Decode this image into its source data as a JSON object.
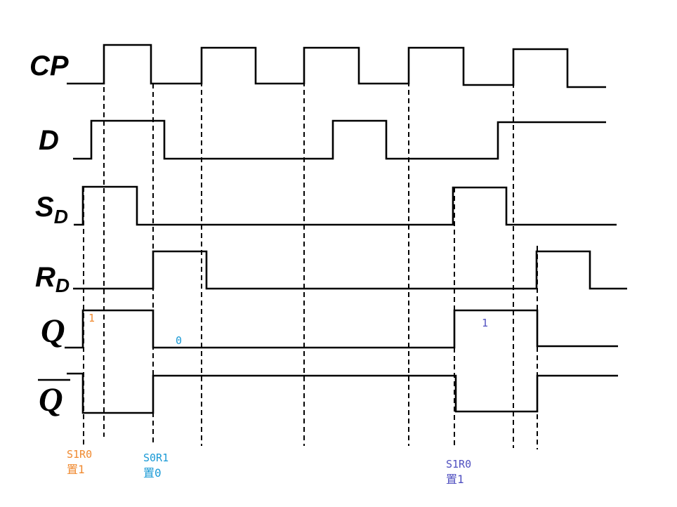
{
  "signals": {
    "cp": "CP",
    "d": "D",
    "sd_main": "S",
    "sd_sub": "D",
    "rd_main": "R",
    "rd_sub": "D",
    "q": "Q",
    "qbar": "Q"
  },
  "levels": {
    "q_first": "1",
    "q_second": "0",
    "q_third": "1"
  },
  "annotations": [
    {
      "code": "S1R0",
      "action": "置1",
      "color": "#f08a30"
    },
    {
      "code": "S0R1",
      "action": "置0",
      "color": "#1a9ad6"
    },
    {
      "code": "S1R0",
      "action": "置1",
      "color": "#5050c0"
    }
  ],
  "colors": {
    "level_q_first": "#f08a30",
    "level_q_second": "#1a9ad6",
    "level_q_third": "#5050c0"
  }
}
